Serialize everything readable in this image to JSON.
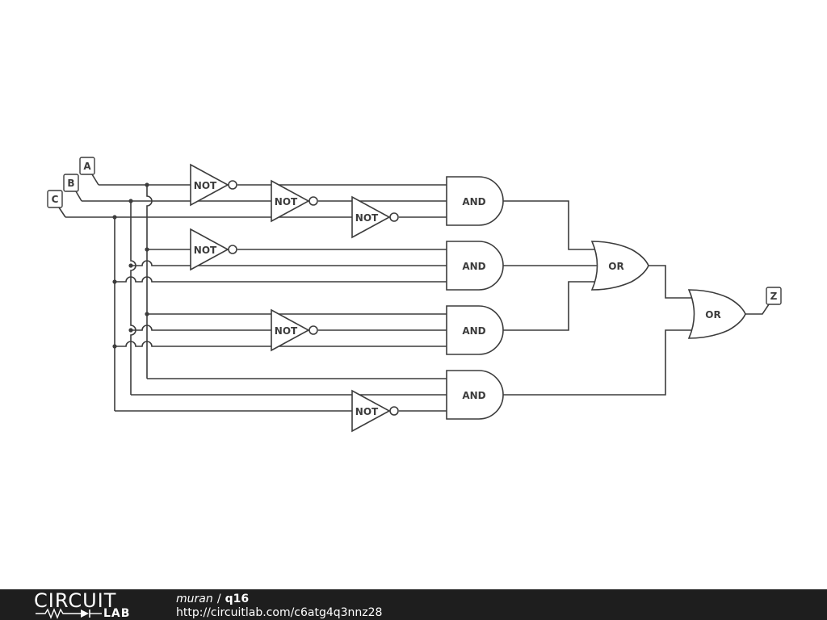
{
  "ports": {
    "a": "A",
    "b": "B",
    "c": "C",
    "z": "Z"
  },
  "gates": {
    "not": "NOT",
    "and": "AND",
    "or": "OR"
  },
  "footer": {
    "logo_top": "CIRCUIT",
    "logo_bottom": "LAB",
    "user": "muran",
    "separator": "/",
    "title": "q16",
    "url": "http://circuitlab.com/c6atg4q3nnz28"
  },
  "colors": {
    "line": "#3c3c3c",
    "footer_bg": "#1e1e1e",
    "background": "#ffffff"
  }
}
